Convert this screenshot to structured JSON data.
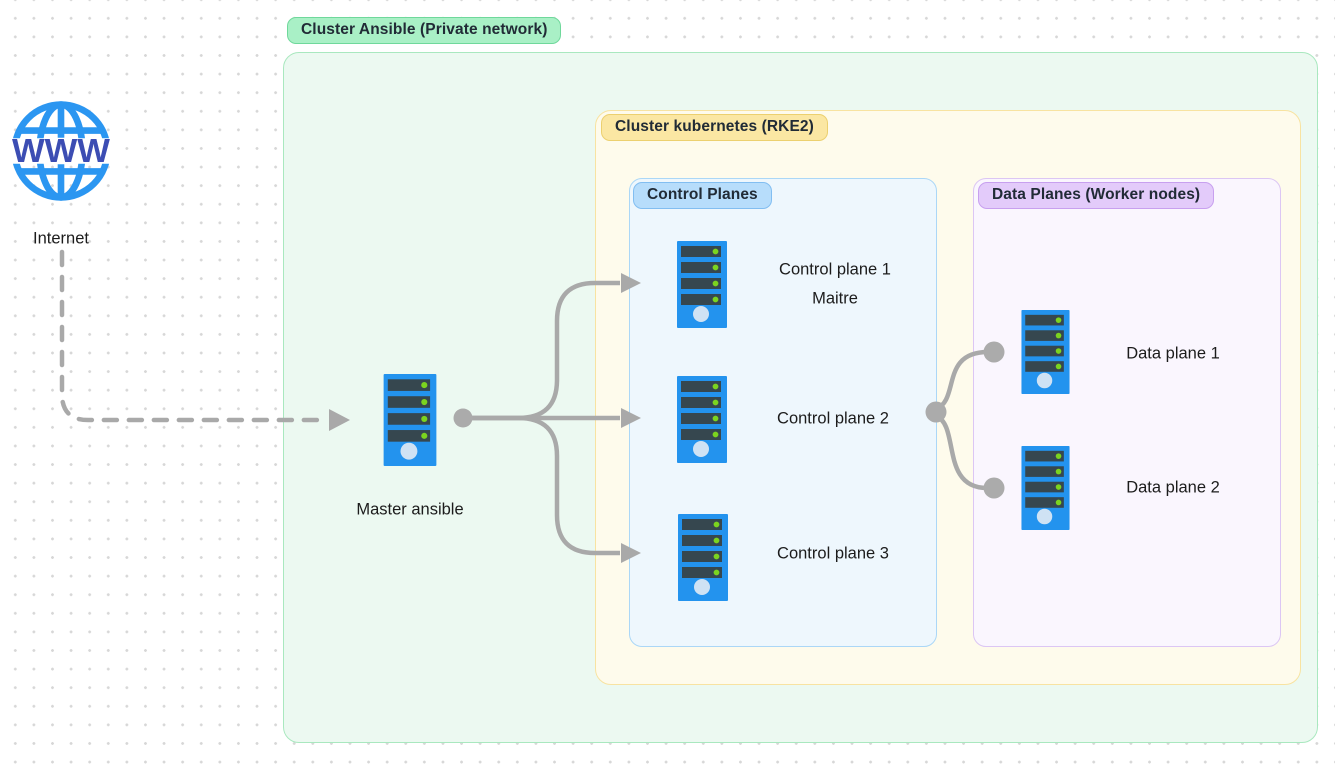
{
  "diagram": {
    "internet": {
      "label": "Internet",
      "icon_text": "WWW"
    },
    "master": {
      "label": "Master ansible"
    },
    "cluster_ansible": {
      "label": "Cluster Ansible (Private network)"
    },
    "cluster_kubernetes": {
      "label": "Cluster kubernetes (RKE2)"
    },
    "control_planes": {
      "label": "Control Planes",
      "nodes": [
        {
          "label": "Control plane 1",
          "sublabel": "Maitre"
        },
        {
          "label": "Control plane 2"
        },
        {
          "label": "Control plane 3"
        }
      ]
    },
    "data_planes": {
      "label": "Data Planes (Worker nodes)",
      "nodes": [
        {
          "label": "Data plane 1"
        },
        {
          "label": "Data plane 2"
        }
      ]
    },
    "colors": {
      "green_badge": "#a9f0c6",
      "green_container": "#ecf9f1",
      "yellow_badge": "#fbe7a3",
      "yellow_container": "#fefbec",
      "blue_badge": "#b7ddfb",
      "blue_container": "#eef7fd",
      "purple_badge": "#e3cbfa",
      "purple_container": "#faf6fe",
      "server_blue": "#2393ee",
      "server_slot_dark": "#36474f",
      "led_green": "#7bd41f",
      "connector_gray": "#a9a9a9",
      "globe_blue": "#2b96f1",
      "www_indigo": "#3c4db3"
    }
  }
}
